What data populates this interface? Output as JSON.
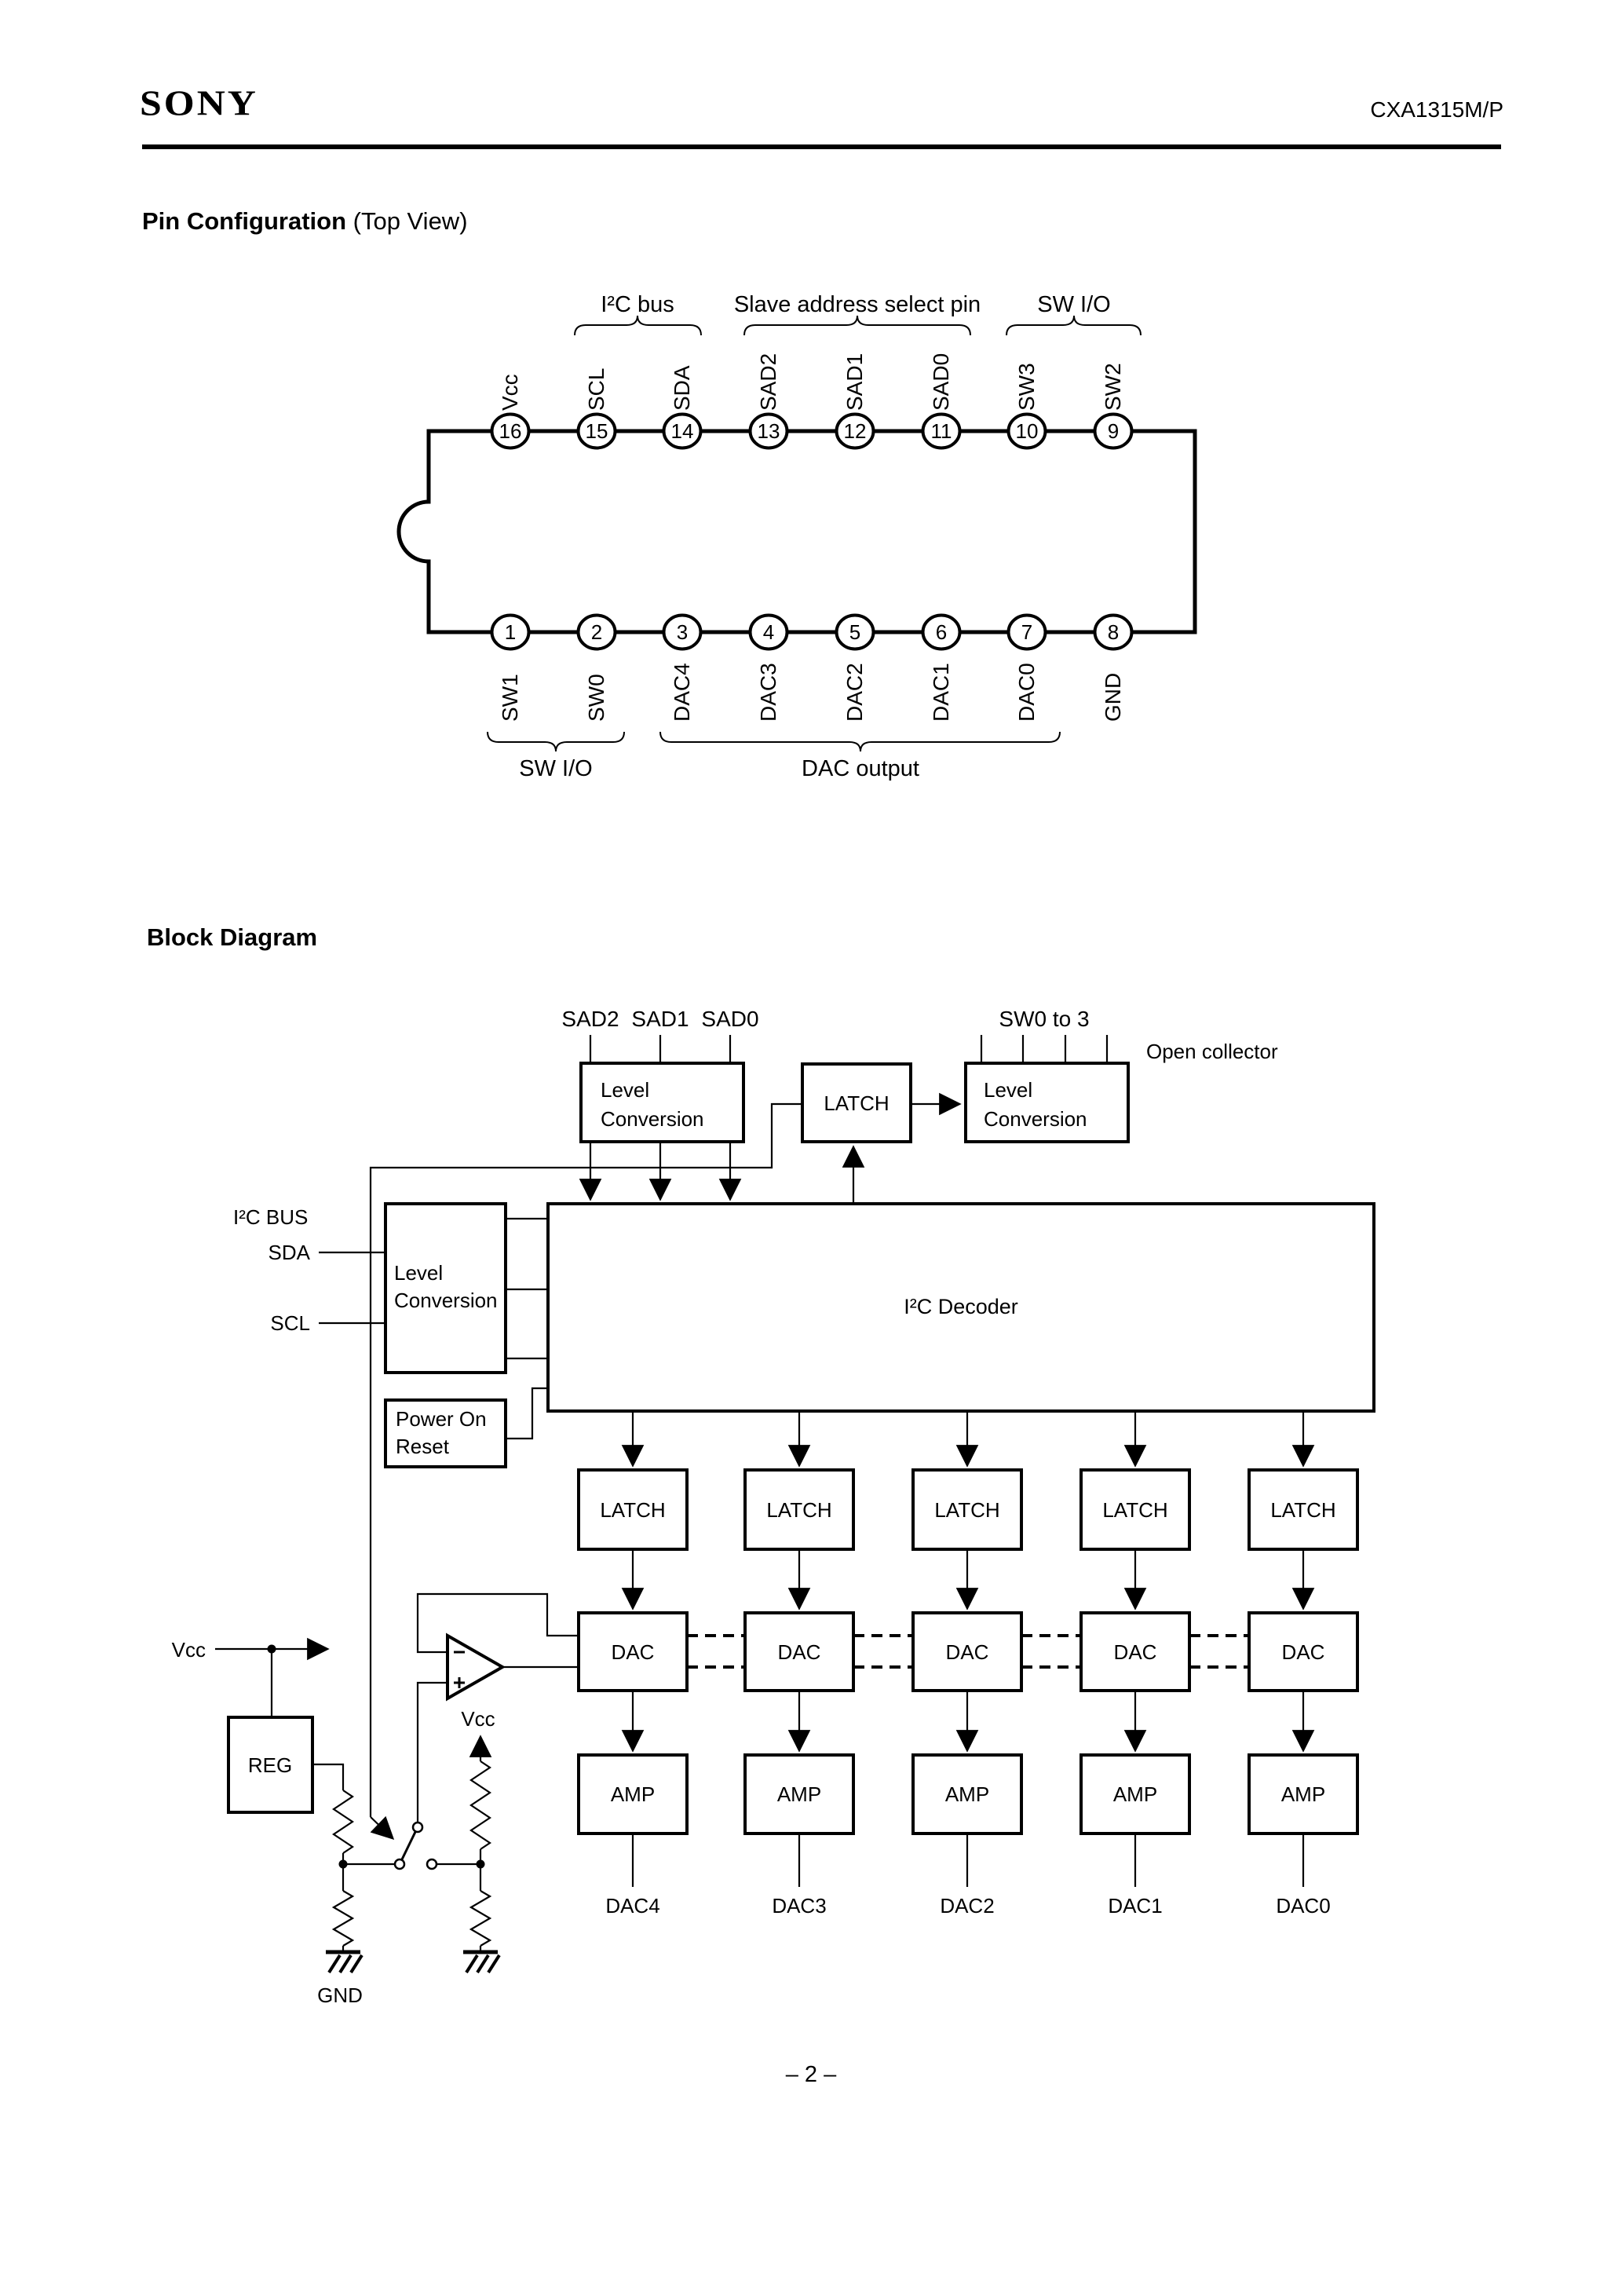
{
  "palette": {
    "ink": "#000000",
    "paper": "#ffffff"
  },
  "header": {
    "brand": "SONY",
    "part_number": "CXA1315M/P"
  },
  "pin_configuration": {
    "heading": "Pin Configuration",
    "heading_suffix": " (Top View)",
    "top_groups": [
      {
        "label": "I²C bus"
      },
      {
        "label": "Slave address select pin"
      },
      {
        "label": "SW I/O"
      }
    ],
    "top_pins": [
      {
        "number": "16",
        "name": "Vcc"
      },
      {
        "number": "15",
        "name": "SCL"
      },
      {
        "number": "14",
        "name": "SDA"
      },
      {
        "number": "13",
        "name": "SAD2"
      },
      {
        "number": "12",
        "name": "SAD1"
      },
      {
        "number": "11",
        "name": "SAD0"
      },
      {
        "number": "10",
        "name": "SW3"
      },
      {
        "number": "9",
        "name": "SW2"
      }
    ],
    "bottom_pins": [
      {
        "number": "1",
        "name": "SW1"
      },
      {
        "number": "2",
        "name": "SW0"
      },
      {
        "number": "3",
        "name": "DAC4"
      },
      {
        "number": "4",
        "name": "DAC3"
      },
      {
        "number": "5",
        "name": "DAC2"
      },
      {
        "number": "6",
        "name": "DAC1"
      },
      {
        "number": "7",
        "name": "DAC0"
      },
      {
        "number": "8",
        "name": "GND"
      }
    ],
    "bottom_groups": [
      {
        "label": "SW I/O"
      },
      {
        "label": "DAC output"
      }
    ]
  },
  "block_diagram": {
    "heading": "Block Diagram",
    "labels": {
      "sad2": "SAD2",
      "sad1": "SAD1",
      "sad0": "SAD0",
      "sw0_to_3": "SW0 to 3",
      "open_collector": "Open collector",
      "i2c_bus": "I²C BUS",
      "sda": "SDA",
      "scl": "SCL",
      "vcc_supply": "Vcc",
      "vcc_divider": "Vcc",
      "gnd": "GND"
    },
    "boxes": {
      "level_conversion_sad": [
        "Level",
        "Conversion"
      ],
      "latch_sw": "LATCH",
      "level_conversion_sw": [
        "Level",
        "Conversion"
      ],
      "level_conversion_bus": [
        "Level",
        "Conversion"
      ],
      "i2c_decoder": "I²C Decoder",
      "power_on_reset": [
        "Power On",
        "Reset"
      ],
      "reg": "REG",
      "latches": [
        "LATCH",
        "LATCH",
        "LATCH",
        "LATCH",
        "LATCH"
      ],
      "dacs": [
        "DAC",
        "DAC",
        "DAC",
        "DAC",
        "DAC"
      ],
      "amps": [
        "AMP",
        "AMP",
        "AMP",
        "AMP",
        "AMP"
      ]
    },
    "outputs": [
      "DAC4",
      "DAC3",
      "DAC2",
      "DAC1",
      "DAC0"
    ]
  },
  "footer": {
    "page_number": "– 2 –"
  }
}
